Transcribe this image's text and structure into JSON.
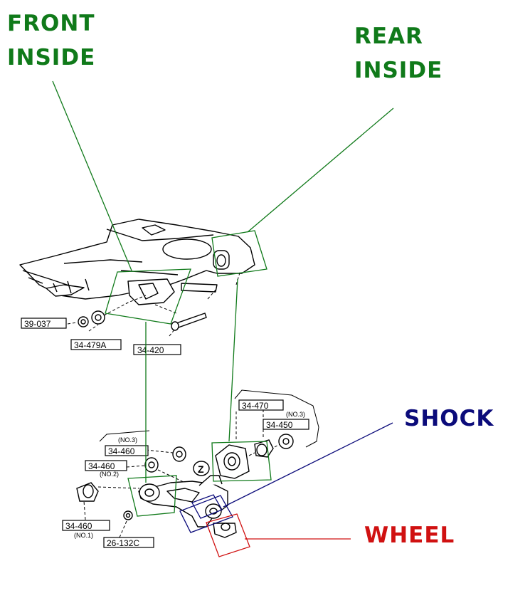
{
  "colors": {
    "green": "#107a1a",
    "navy": "#0b0b7a",
    "red": "#d01111",
    "ink": "#000000"
  },
  "callouts": {
    "front_inside": {
      "line1": "FRONT",
      "line2": "INSIDE"
    },
    "rear_inside": {
      "line1": "REAR",
      "line2": "INSIDE"
    },
    "shock": "SHOCK",
    "wheel": "WHEEL"
  },
  "part_numbers": {
    "p39_037": "39-037",
    "p34_479a": "34-479A",
    "p34_420": "34-420",
    "p34_470": "34-470",
    "p34_450": "34-450",
    "p34_460_no3": "34-460",
    "p34_460_no2": "34-460",
    "p34_460_no1": "34-460",
    "p26_132c": "26-132C"
  },
  "position_notes": {
    "no3_left": "(NO.3)",
    "no3_right": "(NO.3)",
    "no2": "(NO.2)",
    "no1": "(NO.1)"
  }
}
